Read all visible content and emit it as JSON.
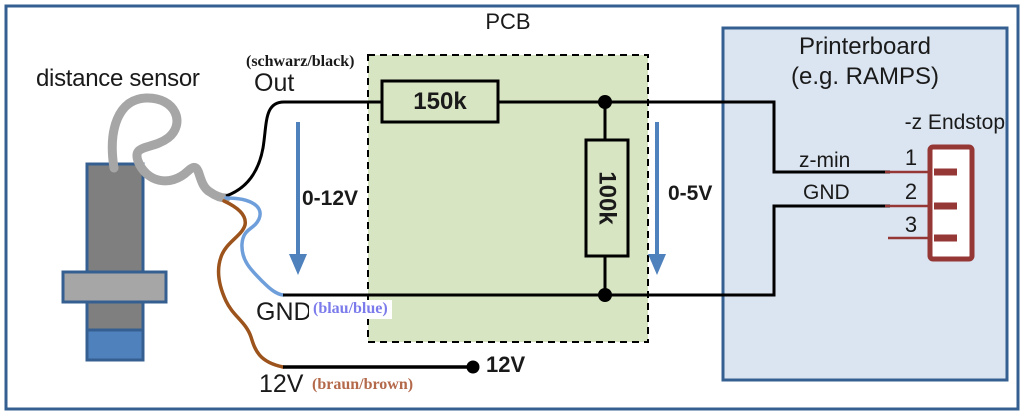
{
  "diagram": {
    "sensor": {
      "label": "distance sensor"
    },
    "cable": {
      "out_color": "(schwarz/black)",
      "out": "Out",
      "gnd": "GND",
      "gnd_color": "(blau/blue)",
      "v12": "12V",
      "v12_color": "(braun/brown)"
    },
    "arrows": {
      "input_range": "0-12V",
      "output_range": "0-5V"
    },
    "pcb": {
      "title": "PCB",
      "series_resistor": "150k",
      "shunt_resistor": "100k"
    },
    "supply": {
      "v12_net": "12V"
    },
    "printerboard": {
      "title1": "Printerboard",
      "title2": "(e.g. RAMPS)",
      "connector": "-z Endstop",
      "zmin": "z-min",
      "gnd": "GND",
      "pins": [
        "1",
        "2",
        "3"
      ]
    },
    "colors": {
      "frame_blue": "#365f91",
      "pcb_green": "#d8e5c2",
      "board_fill": "#dbe5f1",
      "connector_red": "#953735",
      "arrow_blue": "#4f81bd",
      "wire_blue": "#6f9fdb",
      "wire_brown": "#9c531c",
      "wire_black": "#000000",
      "label_blue": "#7b7beb",
      "label_brown": "#b4694b",
      "sensor_body_gray": "#7f7f7f",
      "sensor_flange_gray": "#a6a6a6",
      "sensor_tip_blue": "#4f81bd",
      "cable_gray": "#a6a6a6"
    }
  }
}
